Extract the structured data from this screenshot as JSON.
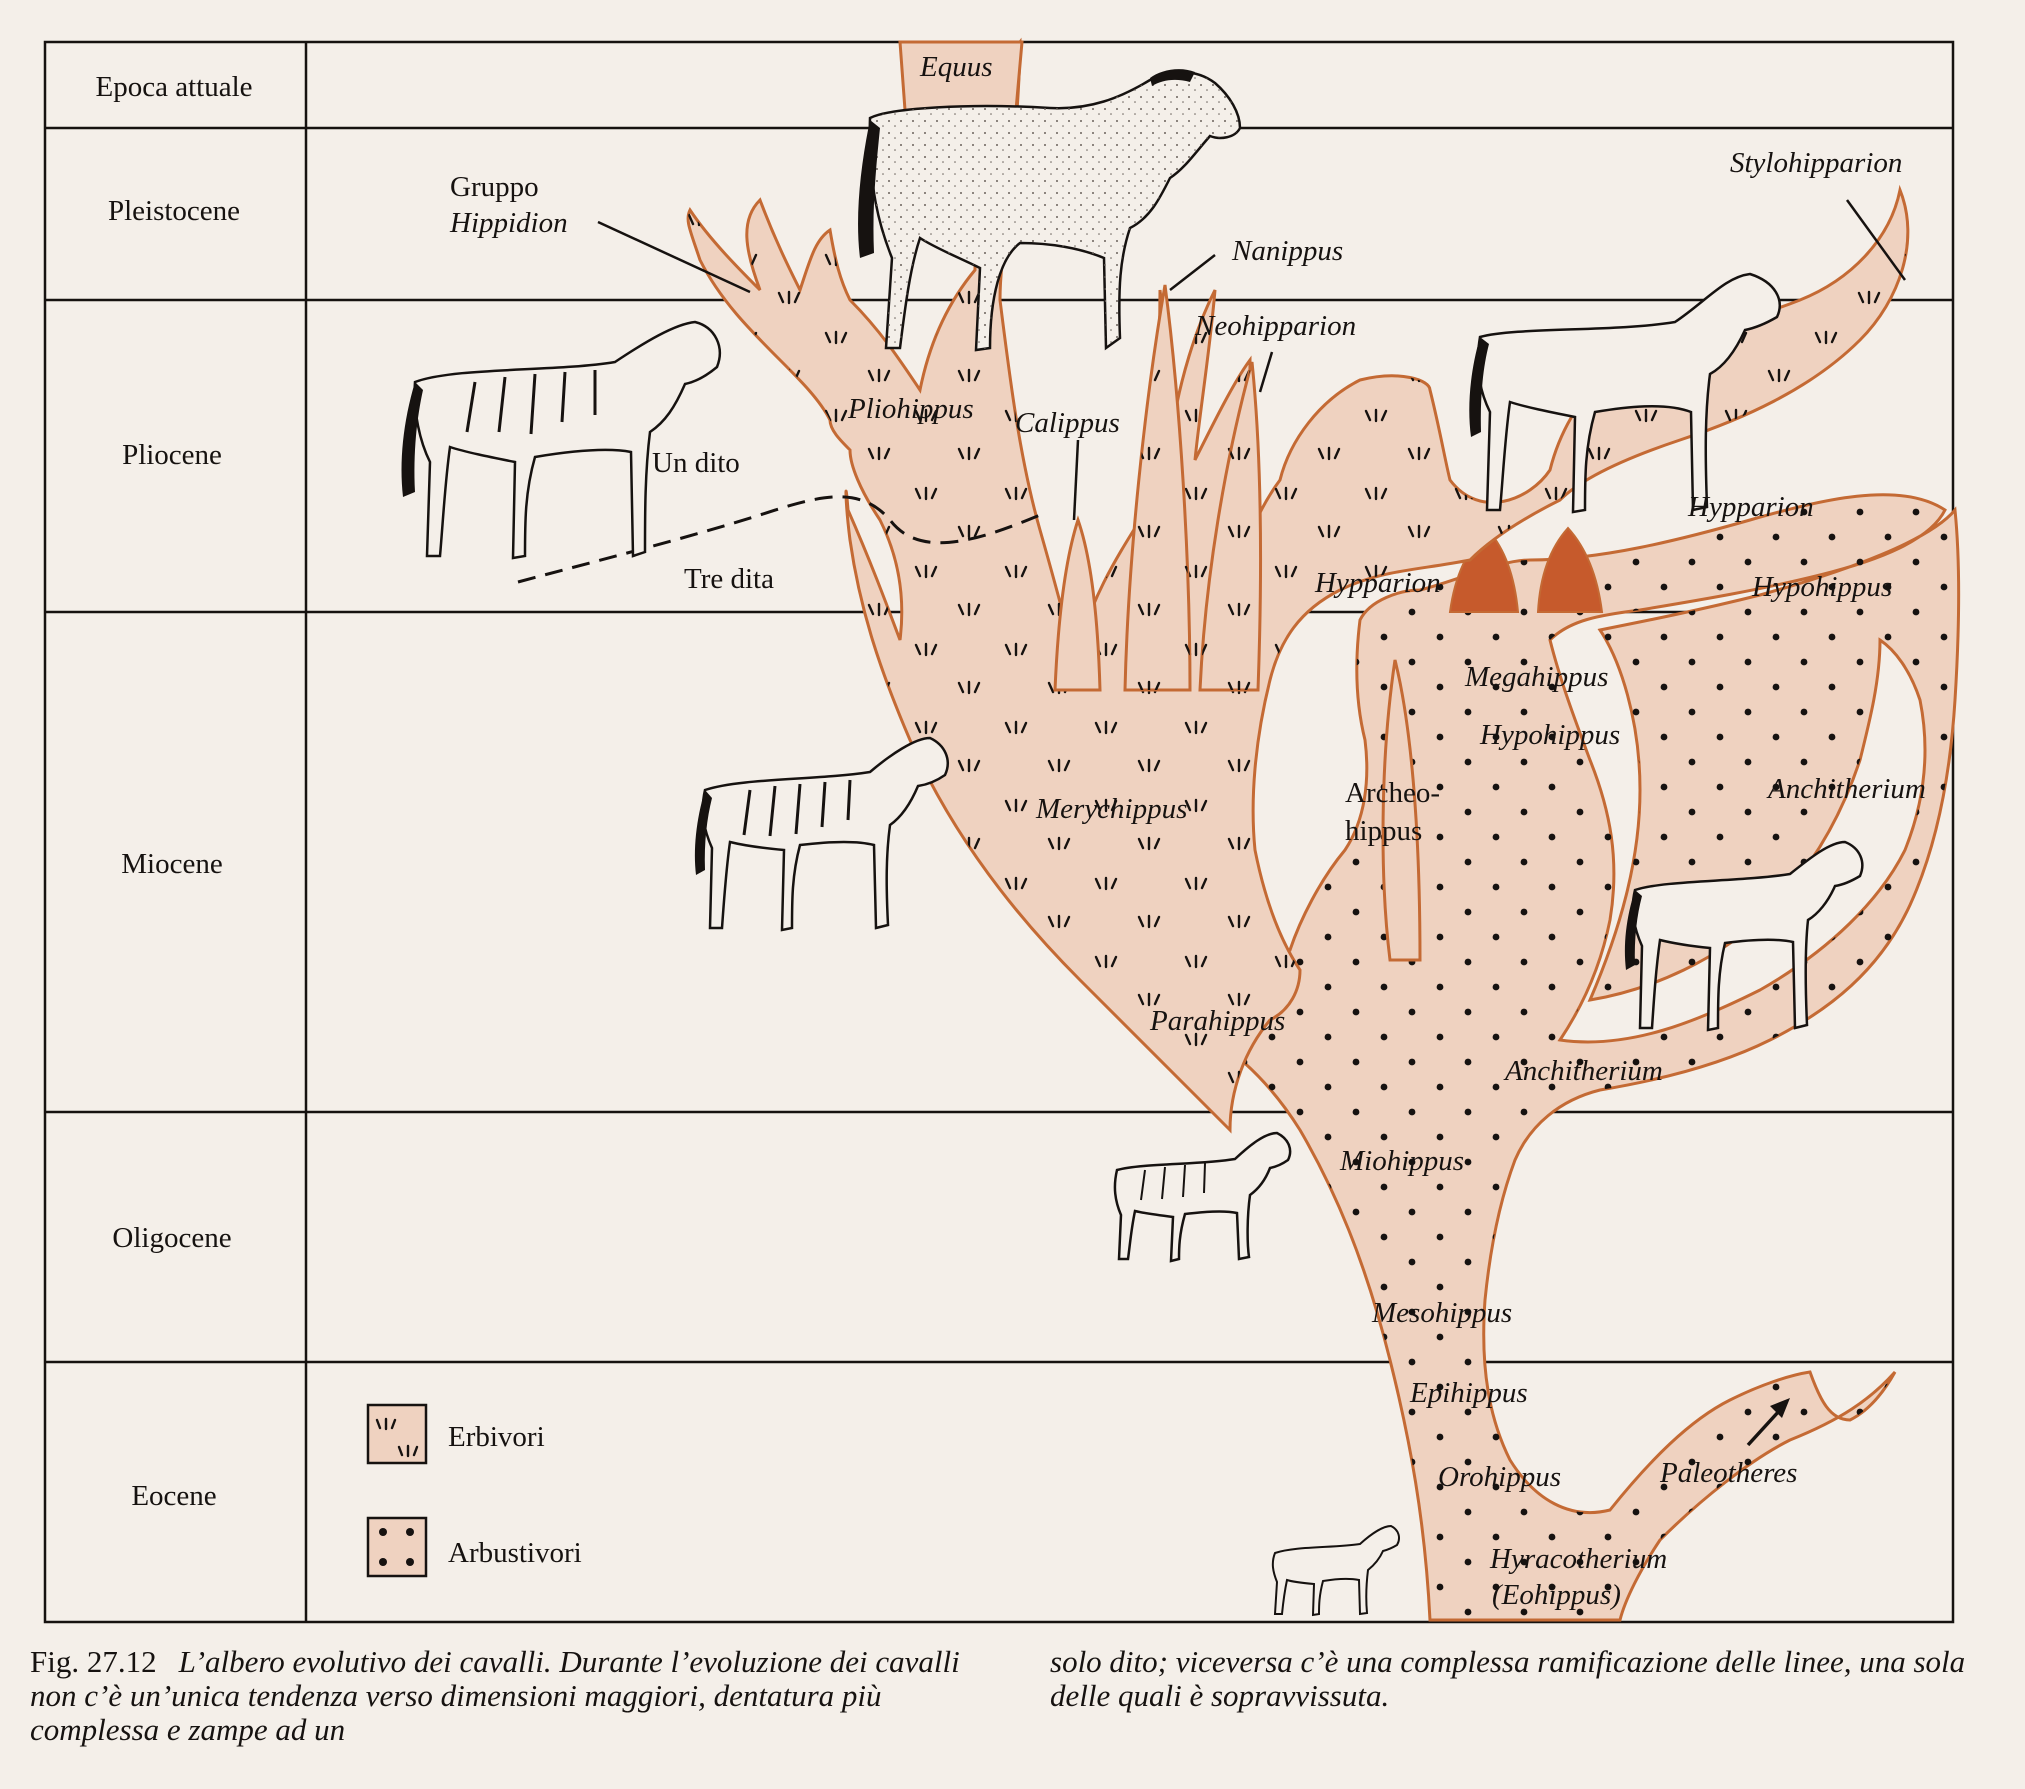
{
  "eras": [
    {
      "name": "Epoca attuale"
    },
    {
      "name": "Pleistocene"
    },
    {
      "name": "Pliocene"
    },
    {
      "name": "Miocene"
    },
    {
      "name": "Oligocene"
    },
    {
      "name": "Eocene"
    }
  ],
  "labels": {
    "equus": "Equus",
    "gruppo": "Gruppo",
    "hippidion": "Hippidion",
    "nanippus": "Nanippus",
    "neohipparion": "Neohipparion",
    "stylohipparion": "Stylohipparion",
    "pliohippus": "Pliohippus",
    "calippus": "Calippus",
    "hypparion_right": "Hypparion",
    "hypparion_mid": "Hypparion",
    "hypohippus_top": "Hypohippus",
    "megahippus": "Megahippus",
    "hypohippus_mid": "Hypohippus",
    "archeo": "Archeo-",
    "hippus": "hippus",
    "anchitherium_right": "Anchitherium",
    "merychippus": "Merychippus",
    "parahippus": "Parahippus",
    "anchitherium_bottom": "Anchitherium",
    "miohippus": "Miohippus",
    "mesohippus": "Mesohippus",
    "epihippus": "Epihippus",
    "orohippus": "Orohippus",
    "paleotheres": "Paleotheres",
    "hyracotherium": "Hyracotherium",
    "eohippus": "(Eohippus)",
    "un_dito": "Un dito",
    "tre_dita": "Tre dita"
  },
  "legend": {
    "erbivori": "Erbivori",
    "arbustivori": "Arbustivori"
  },
  "caption": {
    "fig_number": "Fig. 27.12",
    "left_text": "L’albero evolutivo dei cavalli. Durante l’evoluzione dei cavalli non c’è un’unica tendenza verso dimensioni maggiori, dentatura più complessa e zampe ad un",
    "right_text": "solo dito; viceversa c’è una complessa ramificazione delle linee, una sola delle quali è sopravvissuta."
  },
  "colors": {
    "fill": "#efd2c0",
    "outline": "#c46a34",
    "dark_fill": "#c65a2c",
    "ink": "#161210"
  },
  "icons": [
    "horse-icon",
    "grass-tuft-icon",
    "dot-icon",
    "arrow-icon"
  ]
}
